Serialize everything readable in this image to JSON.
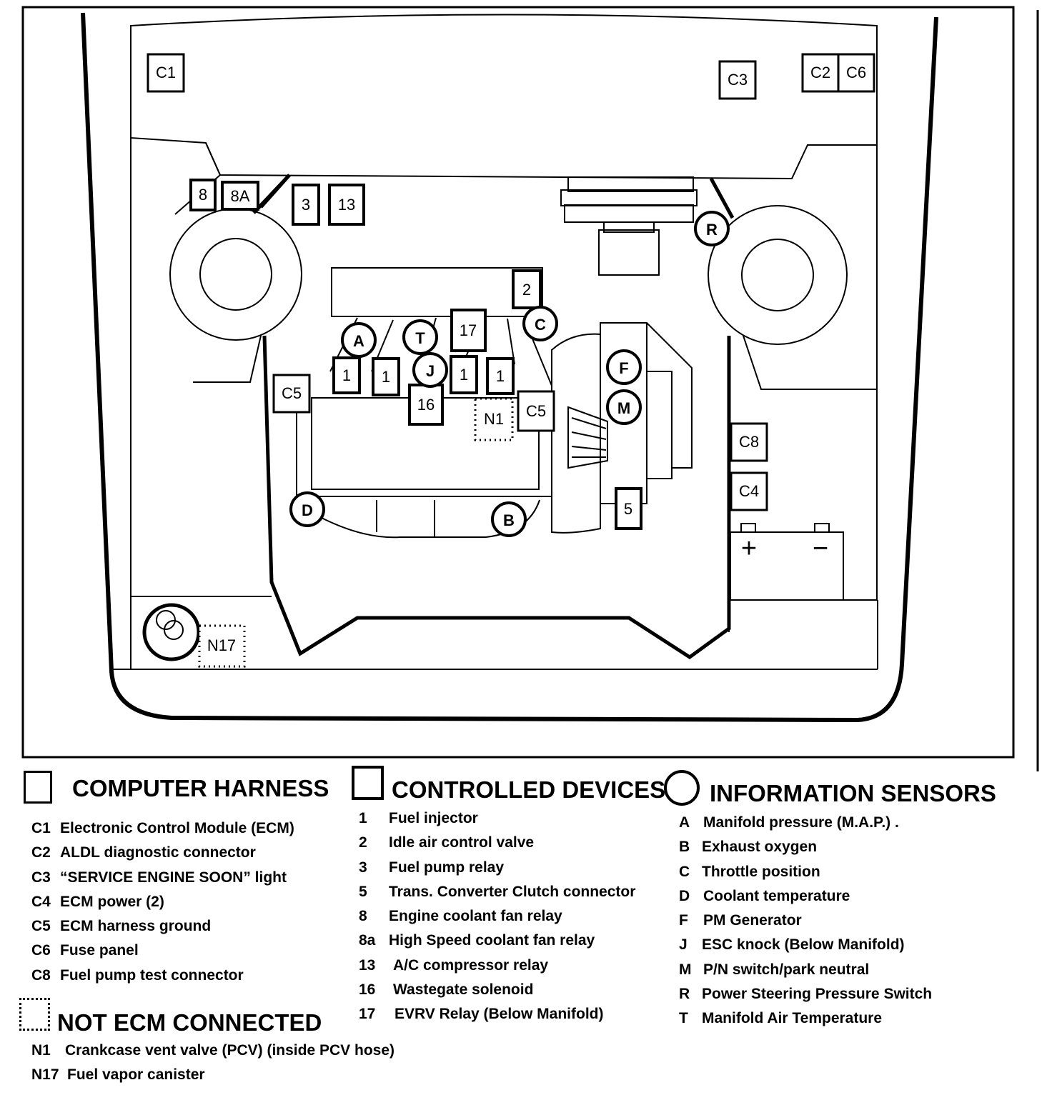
{
  "components": {
    "harness": [
      "C1",
      "C2",
      "C3",
      "C4",
      "C5",
      "C6",
      "C8"
    ],
    "devices": [
      "1",
      "2",
      "3",
      "5",
      "8",
      "8A",
      "13",
      "16",
      "17"
    ],
    "sensors": [
      "A",
      "B",
      "C",
      "D",
      "F",
      "J",
      "M",
      "R",
      "T"
    ],
    "not_ecm": [
      "N1",
      "N17"
    ],
    "battery": {
      "plus": "+",
      "minus": "−"
    }
  },
  "legend": {
    "harness": {
      "title": "COMPUTER HARNESS",
      "items": [
        {
          "code": "C1",
          "desc": "Electronic Control Module (ECM)"
        },
        {
          "code": "C2",
          "desc": "ALDL diagnostic connector"
        },
        {
          "code": "C3",
          "desc": "“SERVICE ENGINE SOON” light"
        },
        {
          "code": "C4",
          "desc": "ECM power  (2)"
        },
        {
          "code": "C5",
          "desc": "ECM harness ground"
        },
        {
          "code": "C6",
          "desc": "Fuse panel"
        },
        {
          "code": "C8",
          "desc": "Fuel pump test connector"
        }
      ]
    },
    "devices": {
      "title": "CONTROLLED DEVICES",
      "items": [
        {
          "code": "1",
          "desc": "Fuel injector"
        },
        {
          "code": "2",
          "desc": "Idle air control valve"
        },
        {
          "code": "3",
          "desc": "Fuel pump relay"
        },
        {
          "code": "5",
          "desc": "Trans. Converter Clutch connector"
        },
        {
          "code": "8",
          "desc": "Engine coolant fan relay"
        },
        {
          "code": "8a",
          "desc": "High Speed coolant fan relay"
        },
        {
          "code": "13",
          "desc": "A/C compressor relay"
        },
        {
          "code": "16",
          "desc": "Wastegate solenoid"
        },
        {
          "code": "17",
          "desc": "EVRV Relay (Below Manifold)"
        }
      ]
    },
    "sensors": {
      "title": "INFORMATION SENSORS",
      "items": [
        {
          "code": "A",
          "desc": "Manifold pressure (M.A.P.)    ."
        },
        {
          "code": "B",
          "desc": "Exhaust oxygen"
        },
        {
          "code": "C",
          "desc": "Throttle position"
        },
        {
          "code": "D",
          "desc": "Coolant temperature"
        },
        {
          "code": "F",
          "desc": "PM Generator"
        },
        {
          "code": "J",
          "desc": "ESC knock   (Below Manifold)"
        },
        {
          "code": "M",
          "desc": "P/N switch/park neutral"
        },
        {
          "code": "R",
          "desc": "Power Steering Pressure Switch"
        },
        {
          "code": "T",
          "desc": "Manifold Air Temperature"
        }
      ]
    },
    "not_ecm": {
      "title": "NOT ECM CONNECTED",
      "items": [
        {
          "code": "N1",
          "desc": "Crankcase vent valve (PCV) (inside PCV hose)"
        },
        {
          "code": "N17",
          "desc": "Fuel vapor canister"
        }
      ]
    }
  }
}
